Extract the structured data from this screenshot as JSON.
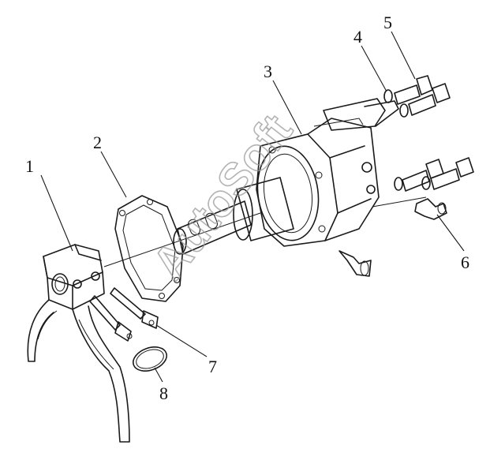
{
  "callouts": [
    {
      "id": "1",
      "text": "1"
    },
    {
      "id": "2",
      "text": "2"
    },
    {
      "id": "3",
      "text": "3"
    },
    {
      "id": "4",
      "text": "4"
    },
    {
      "id": "5",
      "text": "5"
    },
    {
      "id": "6",
      "text": "6"
    },
    {
      "id": "7",
      "text": "7"
    },
    {
      "id": "8",
      "text": "8"
    }
  ],
  "watermark": "AutoSoft",
  "colors": {
    "line": "#1a1a1a",
    "watermark": "#9a9a9a",
    "background": "#ffffff"
  }
}
